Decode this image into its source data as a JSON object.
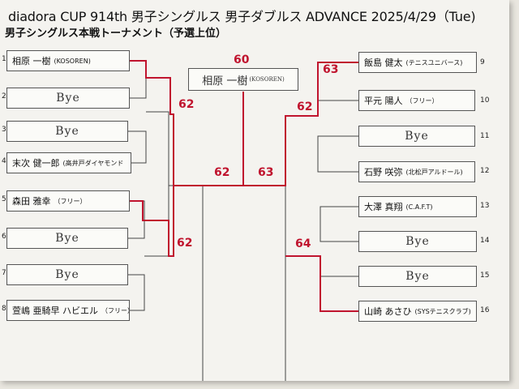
{
  "header": {
    "title": "diadora CUP 914th 男子シングルス 男子ダブルス ADVANCE 2025/4/29（Tue)",
    "subtitle": "男子シングルス本戦トーナメント（予選上位）"
  },
  "left_players": [
    {
      "seed": "1",
      "name": "相原 一樹",
      "aff": "(KOSOREN)",
      "bye": false
    },
    {
      "seed": "2",
      "name": "Bye",
      "aff": "",
      "bye": true
    },
    {
      "seed": "3",
      "name": "Bye",
      "aff": "",
      "bye": true
    },
    {
      "seed": "4",
      "name": "末次 健一郎",
      "aff": "(高井戸ダイヤモンド",
      "bye": false
    },
    {
      "seed": "5",
      "name": "森田 雅幸",
      "aff": "（フリー）",
      "bye": false
    },
    {
      "seed": "6",
      "name": "Bye",
      "aff": "",
      "bye": true
    },
    {
      "seed": "7",
      "name": "Bye",
      "aff": "",
      "bye": true
    },
    {
      "seed": "8",
      "name": "萱嶋 亜騎早 ハビエル",
      "aff": "（フリー）",
      "bye": false
    }
  ],
  "right_players": [
    {
      "seed": "9",
      "name": "飯島 健太",
      "aff": "(テニスユニバース)",
      "bye": false
    },
    {
      "seed": "10",
      "name": "平元 陽人",
      "aff": "（フリー）",
      "bye": false
    },
    {
      "seed": "11",
      "name": "Bye",
      "aff": "",
      "bye": true
    },
    {
      "seed": "12",
      "name": "石野 咲弥",
      "aff": "(北松戸アルドール)",
      "bye": false
    },
    {
      "seed": "13",
      "name": "大澤 真翔",
      "aff": "(C.A.F.T)",
      "bye": false
    },
    {
      "seed": "14",
      "name": "Bye",
      "aff": "",
      "bye": true
    },
    {
      "seed": "15",
      "name": "Bye",
      "aff": "",
      "bye": true
    },
    {
      "seed": "16",
      "name": "山崎 あさひ",
      "aff": "(SYSテニスクラブ)",
      "bye": false
    }
  ],
  "winner": {
    "name": "相原 一樹",
    "aff": "(KOSOREN)"
  },
  "scores": {
    "final": "60",
    "left_r1_top": "62",
    "left_r1_bottom": "62",
    "left_semi": "62",
    "right_semi": "63",
    "right_r1_top_a": "63",
    "right_r1_top_b": "62",
    "right_r1_bottom": "64"
  },
  "colors": {
    "ink": "#333333",
    "score_red": "#c0142e"
  }
}
